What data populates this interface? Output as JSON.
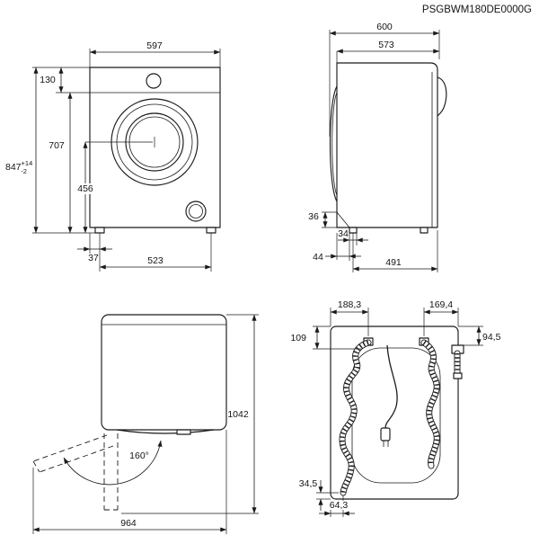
{
  "title": "PSGBWM180DE0000G",
  "views": {
    "front": {
      "dims": {
        "width_top": "597",
        "panel_offset": "130",
        "upper_height": "707",
        "overall_height": "847",
        "tol_plus": "+14",
        "tol_minus": "-2",
        "door_center_height": "456",
        "foot_inset": "37",
        "feet_span": "523"
      }
    },
    "side": {
      "dims": {
        "depth_overall": "600",
        "depth_body": "573",
        "plinth_height": "36",
        "foot_size": "34",
        "foot_setback": "44",
        "base_depth": "491"
      }
    },
    "top_open": {
      "dims": {
        "depth_door_open": "1042",
        "door_angle": "160°",
        "width_door_open": "964"
      }
    },
    "rear": {
      "dims": {
        "drain_offset": "188,3",
        "inlet_offset": "169,4",
        "drain_top_offset": "109",
        "inlet_top_offset": "94,5",
        "hose_bottom_offset": "34,5",
        "hose_side_offset": "64,3"
      }
    }
  }
}
